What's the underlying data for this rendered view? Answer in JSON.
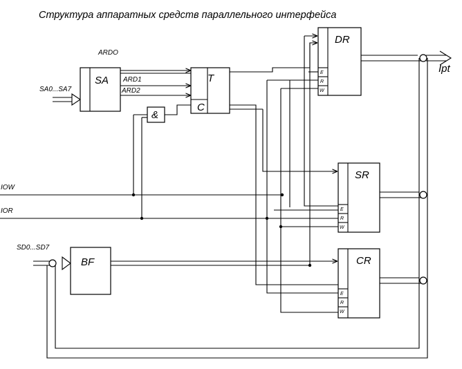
{
  "title": "Структура аппаратных средств параллельного интерфейса",
  "blocks": {
    "sa": "SA",
    "t": "T",
    "t_clock": "C",
    "and": "&",
    "dr": "DR",
    "sr": "SR",
    "cr": "CR",
    "bf": "BF"
  },
  "ports": {
    "e": "E",
    "r": "R",
    "w": "W"
  },
  "signals": {
    "ardo": "ARDO",
    "ard1": "ARD1",
    "ard2": "ARD2",
    "address_bus": "SA0...SA7",
    "iow": "IOW",
    "ior": "IOR",
    "data_bus": "SD0...SD7",
    "output": "Ipt"
  }
}
